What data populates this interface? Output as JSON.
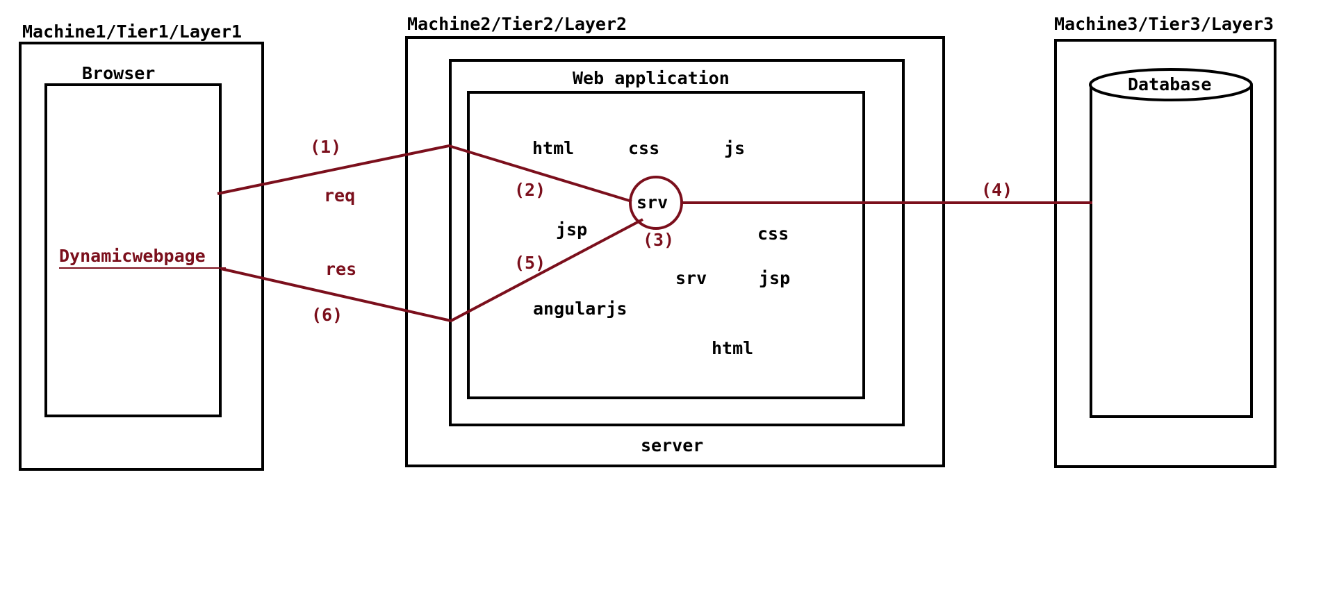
{
  "colors": {
    "ink": "#000000",
    "accent": "#7b0f1c",
    "background": "#ffffff"
  },
  "machines": {
    "m1": {
      "title": "Machine1/Tier1/Layer1",
      "component": "Browser",
      "page": "Dynamicwebpage"
    },
    "m2": {
      "title": "Machine2/Tier2/Layer2",
      "container": "Web application",
      "footer": "server"
    },
    "m3": {
      "title": "Machine3/Tier3/Layer3",
      "component": "Database"
    }
  },
  "webapp_files": [
    "html",
    "css",
    "js",
    "jsp",
    "css",
    "srv",
    "jsp",
    "angularjs",
    "html"
  ],
  "servlet": "srv",
  "flow": {
    "req": "req",
    "res": "res",
    "steps": [
      "(1)",
      "(2)",
      "(3)",
      "(4)",
      "(5)",
      "(6)"
    ]
  }
}
